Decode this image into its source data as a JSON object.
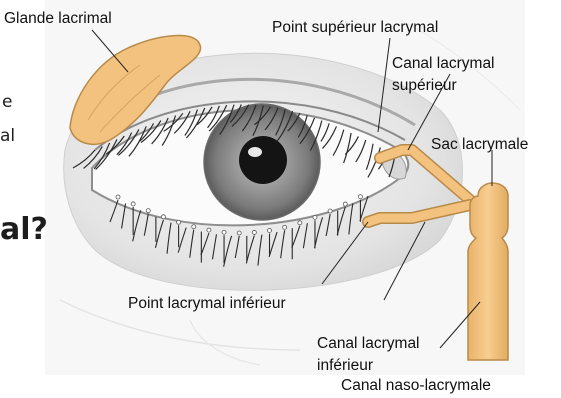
{
  "labels": {
    "glande_lacrimal": "Glande lacrimal",
    "point_superieur": "Point supérieur lacrymal",
    "canal_superieur_1": "Canal lacrymal",
    "canal_superieur_2": "supérieur",
    "sac_lacrymale": "Sac lacrymale",
    "point_inferieur": "Point lacrymal inférieur",
    "canal_inferieur_1": "Canal lacrymal",
    "canal_inferieur_2": "inférieur",
    "canal_naso": "Canal naso-lacrymale"
  },
  "background_fragments": {
    "e": "e",
    "al": "al",
    "question": "al?"
  },
  "colors": {
    "duct": "#F2C27E",
    "duct_stroke": "#B88A4A",
    "iris": "#8a8a8a",
    "pupil": "#141414",
    "skin": "#e9e9e9"
  }
}
